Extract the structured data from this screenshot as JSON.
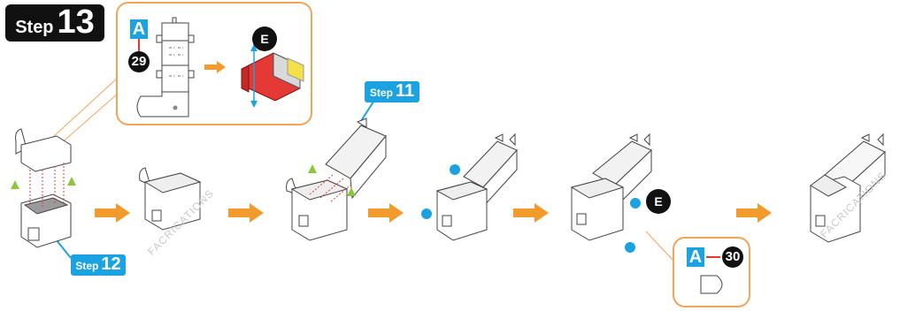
{
  "main_step": {
    "word": "Step",
    "number": "13"
  },
  "step_11": {
    "word": "Step",
    "number": "11"
  },
  "step_12": {
    "word": "Step",
    "number": "12"
  },
  "callout_top": {
    "part_letter": "A",
    "part_number": "29",
    "marker": "E"
  },
  "callout_bottom": {
    "part_letter": "A",
    "part_number": "30"
  },
  "marker_e": "E",
  "watermark": "FACRICATIONS",
  "colors": {
    "step_label_bg": "#111111",
    "step_tag_bg": "#1aa3e0",
    "callout_border": "#f2a45a",
    "arrow": "#f39a2c",
    "triangle_marker": "#8cc63f",
    "dot_marker": "#1aa3e0",
    "fold_line": "#e53935",
    "part_highlight": "#e53935"
  }
}
